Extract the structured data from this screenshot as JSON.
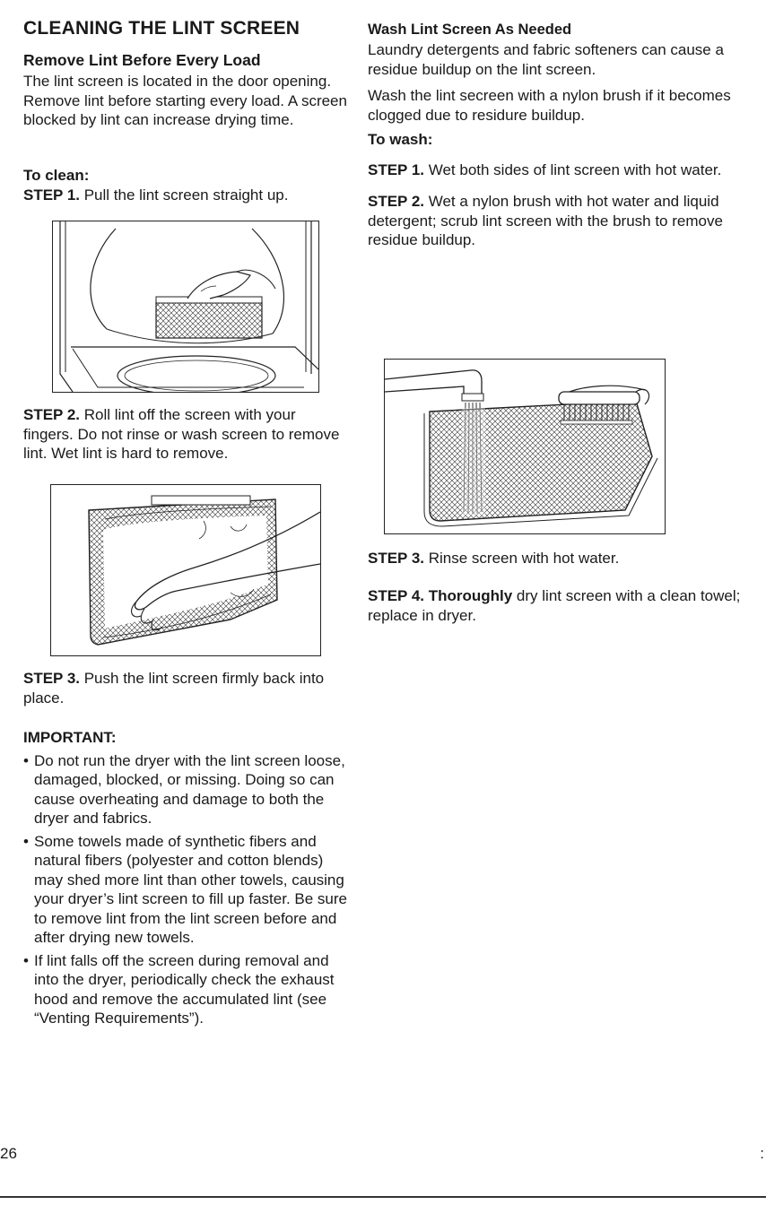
{
  "left": {
    "title": "CLEANING THE LINT SCREEN",
    "remove_heading": "Remove Lint Before Every Load",
    "remove_text": "The lint screen is located in the door opening. Remove lint before starting every load. A screen blocked by lint can increase drying time.",
    "to_clean": "To clean:",
    "step1_label": "STEP 1.",
    "step1_text": " Pull the lint screen straight up.",
    "step2_label": "STEP 2.",
    "step2_text": " Roll lint off the screen with your fingers. Do not rinse or wash screen to remove lint. Wet lint is hard to remove.",
    "step3_label": "STEP 3.",
    "step3_text": " Push the lint screen firmly back into place.",
    "important_label": "IMPORTANT:",
    "bullets": [
      "Do not run the dryer with the lint screen loose, damaged, blocked, or missing. Doing so can cause overheating and damage to both the dryer and fabrics.",
      "Some towels made of synthetic fibers and natural fibers (polyester and cotton blends) may shed more lint than other towels, causing your dryer’s lint screen to fill up faster. Be sure to remove lint from the lint screen before and after drying new towels.",
      "If lint falls off the screen during removal and into the dryer, periodically check the exhaust hood and remove the accumulated lint (see “Venting Requirements”)."
    ]
  },
  "right": {
    "wash_heading": "Wash Lint Screen As Needed",
    "wash_text1": "Laundry detergents and fabric softeners can cause a residue buildup on the lint screen.",
    "wash_text2": "Wash the lint secreen with a nylon brush if it becomes clogged due to residure buildup.",
    "to_wash": "To wash:",
    "step1_label": "STEP 1.",
    "step1_text": " Wet both sides of lint screen with hot water.",
    "step2_label": "STEP 2.",
    "step2_text": " Wet a nylon brush with hot water and liquid detergent; scrub lint screen with the brush to remove residue buildup.",
    "step3_label": "STEP 3.",
    "step3_text": " Rinse screen with hot water.",
    "step4_label": "STEP 4. Thoroughly",
    "step4_text": " dry lint screen with a clean towel; replace in dryer."
  },
  "footer": {
    "page_number": "26",
    "right_mark": ":"
  }
}
